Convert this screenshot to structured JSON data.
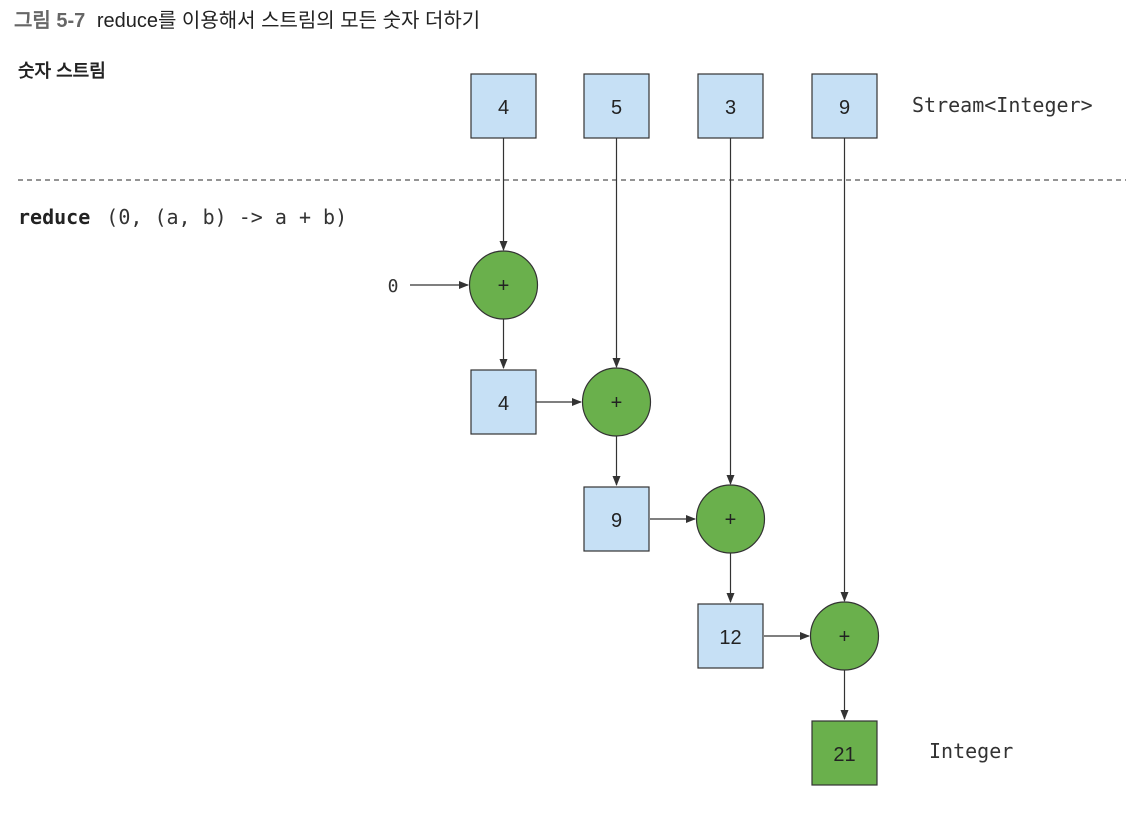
{
  "figure": {
    "caption_label": "그림 5-7",
    "caption_text": "reduce를 이용해서 스트림의 모든 숫자 더하기"
  },
  "stream_section": {
    "label": "숫자 스트림",
    "type_label": "Stream<Integer>",
    "items": [
      "4",
      "5",
      "3",
      "9"
    ]
  },
  "reduce_section": {
    "keyword": "reduce",
    "args": "(0, (a, b) -> a + b)",
    "initial_value": "0",
    "operator_symbol": "+",
    "partial_results": [
      "4",
      "9",
      "12"
    ],
    "final_result": "21",
    "result_type_label": "Integer"
  },
  "colors": {
    "stream_box_fill": "#c6e0f5",
    "result_box_fill": "#6ab04c",
    "operator_fill": "#6ab04c",
    "caption_label": "#666666",
    "stroke": "#333333"
  },
  "icons": {
    "operator": "plus-circle-icon",
    "arrow": "arrow-icon"
  }
}
